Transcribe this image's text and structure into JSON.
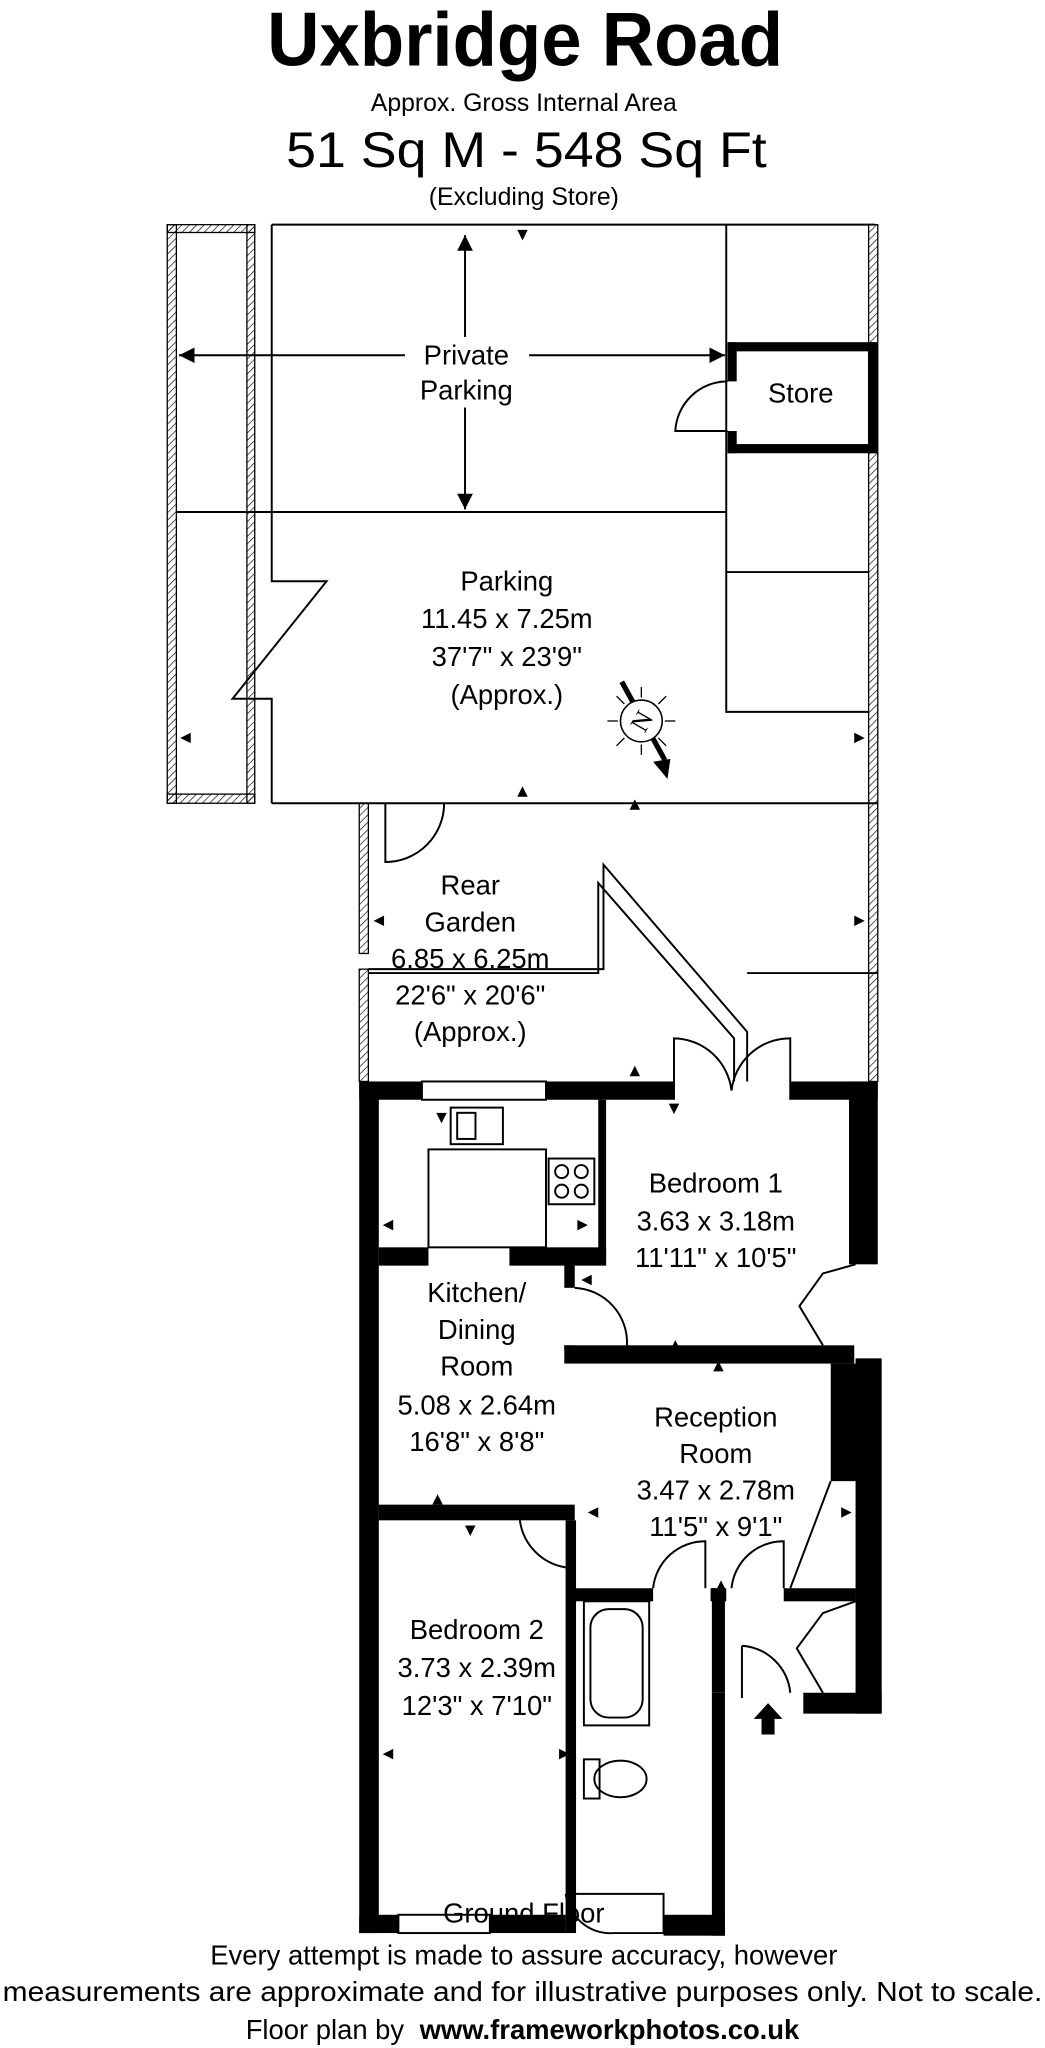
{
  "header": {
    "title": "Uxbridge Road",
    "subtitle": "Approx. Gross Internal Area",
    "area": "51 Sq M - 548 Sq Ft",
    "note": "(Excluding Store)"
  },
  "rooms": {
    "private_parking": {
      "line1": "Private",
      "line2": "Parking"
    },
    "store": {
      "name": "Store"
    },
    "parking": {
      "name": "Parking",
      "metric": "11.45 x 7.25m",
      "imperial": "37'7\" x 23'9\"",
      "note": "(Approx.)"
    },
    "rear_garden": {
      "line1": "Rear",
      "line2": "Garden",
      "metric": "6.85 x 6.25m",
      "imperial": "22'6\" x 20'6\"",
      "note": "(Approx.)"
    },
    "bedroom1": {
      "name": "Bedroom 1",
      "metric": "3.63 x 3.18m",
      "imperial": "11'11\" x 10'5\""
    },
    "kitchen": {
      "line1": "Kitchen/",
      "line2": "Dining",
      "line3": "Room",
      "metric": "5.08 x 2.64m",
      "imperial": "16'8\" x 8'8\""
    },
    "reception": {
      "line1": "Reception",
      "line2": "Room",
      "metric": "3.47 x 2.78m",
      "imperial": "11'5\" x 9'1\""
    },
    "bedroom2": {
      "name": "Bedroom 2",
      "metric": "3.73 x 2.39m",
      "imperial": "12'3\" x 7'10\""
    }
  },
  "compass": {
    "letter": "N",
    "icon": "north-compass-icon"
  },
  "footer": {
    "floor": "Ground Floor",
    "disclaimer1": "Every attempt is made to assure accuracy, however",
    "disclaimer2": "measurements are approximate and for illustrative purposes only. Not to scale.",
    "credit_prefix": "Floor plan by",
    "credit_url": "www.frameworkphotos.co.uk"
  }
}
